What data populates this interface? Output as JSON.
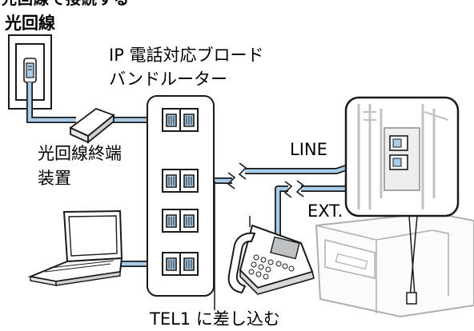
{
  "header": {
    "partial_title": "光回線で接続する",
    "wall_label": "光回線"
  },
  "diagram": {
    "router_label_line1": "IP 電話対応ブロード",
    "router_label_line2": "バンドルーター",
    "onu_label_line1": "光回線終端",
    "onu_label_line2": "装置",
    "line_label": "LINE",
    "ext_label": "EXT.",
    "tel1_label": "TEL1 に差し込む"
  },
  "colors": {
    "cable": "#a9cde8",
    "outline": "#1a1a1a",
    "device_gray": "#bfc2c4",
    "background": "#ffffff"
  }
}
